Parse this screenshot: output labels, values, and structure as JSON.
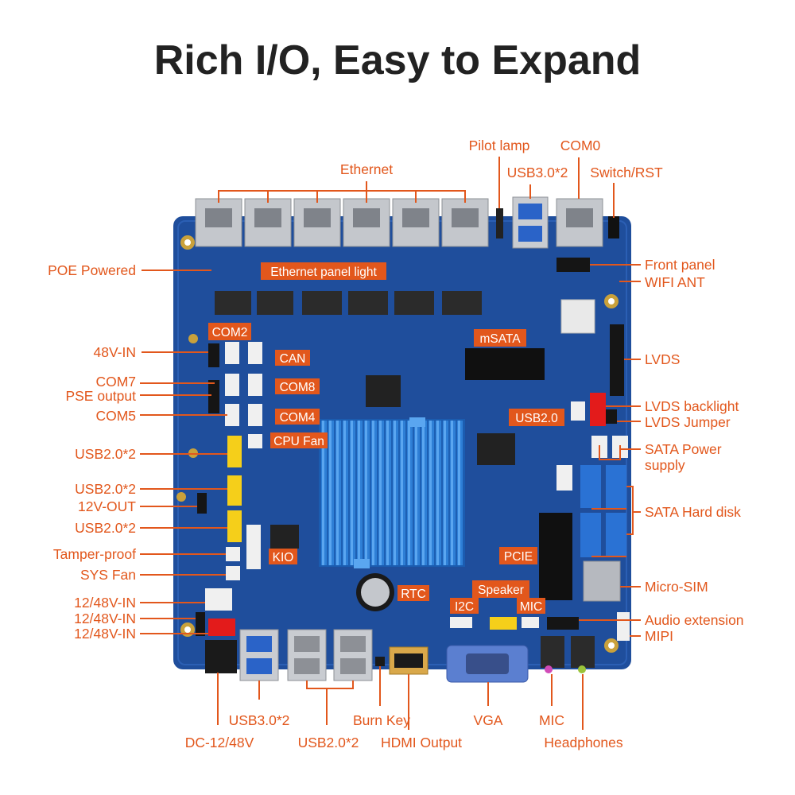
{
  "title": "Rich I/O, Easy to Expand",
  "colors": {
    "accent": "#e2571c",
    "board": "#1f4e9c",
    "heatsink": "#2f7fd8"
  },
  "labels": {
    "ethernet": "Ethernet",
    "pilot_lamp": "Pilot lamp",
    "usb30_top": "USB3.0*2",
    "com0": "COM0",
    "switch_rst": "Switch/RST",
    "poe_powered": "POE Powered",
    "front_panel": "Front panel",
    "wifi_ant": "WIFI ANT",
    "in_48v": "48V-IN",
    "com7": "COM7",
    "pse_output": "PSE output",
    "com5": "COM5",
    "usb20_l1": "USB2.0*2",
    "usb20_l2": "USB2.0*2",
    "out_12v": "12V-OUT",
    "usb20_l3": "USB2.0*2",
    "tamper_proof": "Tamper-proof",
    "sys_fan": "SYS Fan",
    "in_1248_1": "12/48V-IN",
    "in_1248_2": "12/48V-IN",
    "in_1248_3": "12/48V-IN",
    "lvds": "LVDS",
    "lvds_backlight": "LVDS backlight",
    "lvds_jumper": "LVDS Jumper",
    "sata_power_1": "SATA Power",
    "sata_power_2": "supply",
    "sata_hdd": "SATA Hard disk",
    "micro_sim": "Micro-SIM",
    "audio_ext": "Audio extension",
    "mipi": "MIPI",
    "dc_in": "DC-12/48V",
    "usb30_bottom": "USB3.0*2",
    "usb20_bottom": "USB2.0*2",
    "burn_key": "Burn Key",
    "hdmi_output": "HDMI Output",
    "vga": "VGA",
    "mic": "MIC",
    "headphones": "Headphones"
  },
  "board_tags": {
    "eth_panel_light": "Ethernet panel light",
    "com2": "COM2",
    "can": "CAN",
    "com8": "COM8",
    "com4": "COM4",
    "cpu_fan": "CPU Fan",
    "msata": "mSATA",
    "usb20": "USB2.0",
    "kio": "KIO",
    "pcie": "PCIE",
    "rtc": "RTC",
    "speaker": "Speaker",
    "i2c": "I2C",
    "mic": "MIC"
  }
}
